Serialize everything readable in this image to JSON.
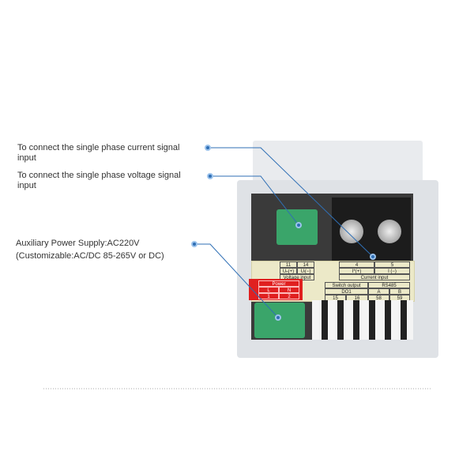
{
  "annotations": {
    "current": "To connect the single phase current signal input",
    "voltage": "To connect the single phase voltage signal input",
    "power_line1": "Auxiliary Power Supply:AC220V",
    "power_line2": "(Customizable:AC/DC 85-265V or DC)"
  },
  "sticker": {
    "v_t1": "11",
    "v_t2": "14",
    "v_l1": "Uₙ(+)",
    "v_l2": "Uₗ(−)",
    "v_caption": "Voltage input",
    "c_t1": "4",
    "c_t2": "5",
    "c_l1": "I*(+)",
    "c_l2": "I (−)",
    "c_caption": "Current input",
    "sw_title": "Switch output",
    "rs_title": "RS485",
    "do": "DO1",
    "a": "A",
    "b": "B",
    "n15": "15",
    "n16": "16",
    "n58": "58",
    "n59": "59",
    "power_title": "Power",
    "pL": "L",
    "pN": "N",
    "p1": "1",
    "p2": "2"
  },
  "colors": {
    "accent": "#2f6fb5",
    "power": "#e02020",
    "connector": "#3aa56a"
  }
}
